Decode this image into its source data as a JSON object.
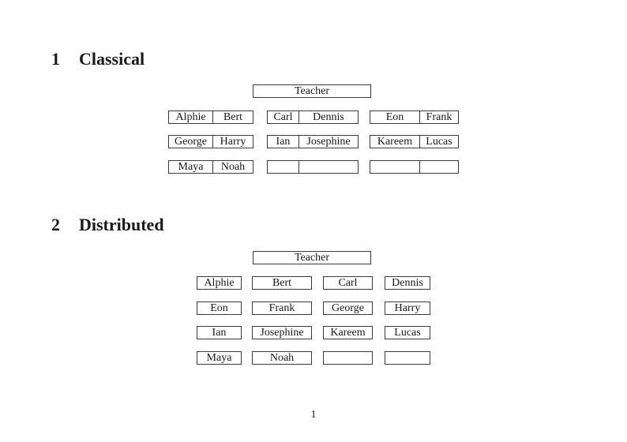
{
  "sections": [
    {
      "number": "1",
      "title": "Classical"
    },
    {
      "number": "2",
      "title": "Distributed"
    }
  ],
  "classical": {
    "teacher_label": "Teacher",
    "rows": [
      [
        {
          "left": "Alphie",
          "right": "Bert"
        },
        {
          "left": "Carl",
          "right": "Dennis"
        },
        {
          "left": "Eon",
          "right": "Frank"
        }
      ],
      [
        {
          "left": "George",
          "right": "Harry"
        },
        {
          "left": "Ian",
          "right": "Josephine"
        },
        {
          "left": "Kareem",
          "right": "Lucas"
        }
      ],
      [
        {
          "left": "Maya",
          "right": "Noah"
        },
        {
          "left": "",
          "right": ""
        },
        {
          "left": "",
          "right": ""
        }
      ]
    ]
  },
  "distributed": {
    "teacher_label": "Teacher",
    "rows": [
      [
        "Alphie",
        "Bert",
        "Carl",
        "Dennis"
      ],
      [
        "Eon",
        "Frank",
        "George",
        "Harry"
      ],
      [
        "Ian",
        "Josephine",
        "Kareem",
        "Lucas"
      ],
      [
        "Maya",
        "Noah",
        "",
        ""
      ]
    ]
  },
  "footer": {
    "page_number": "1"
  },
  "colors": {
    "border": "#3c3c3c",
    "text": "#1a1a1a",
    "background": "#ffffff"
  }
}
